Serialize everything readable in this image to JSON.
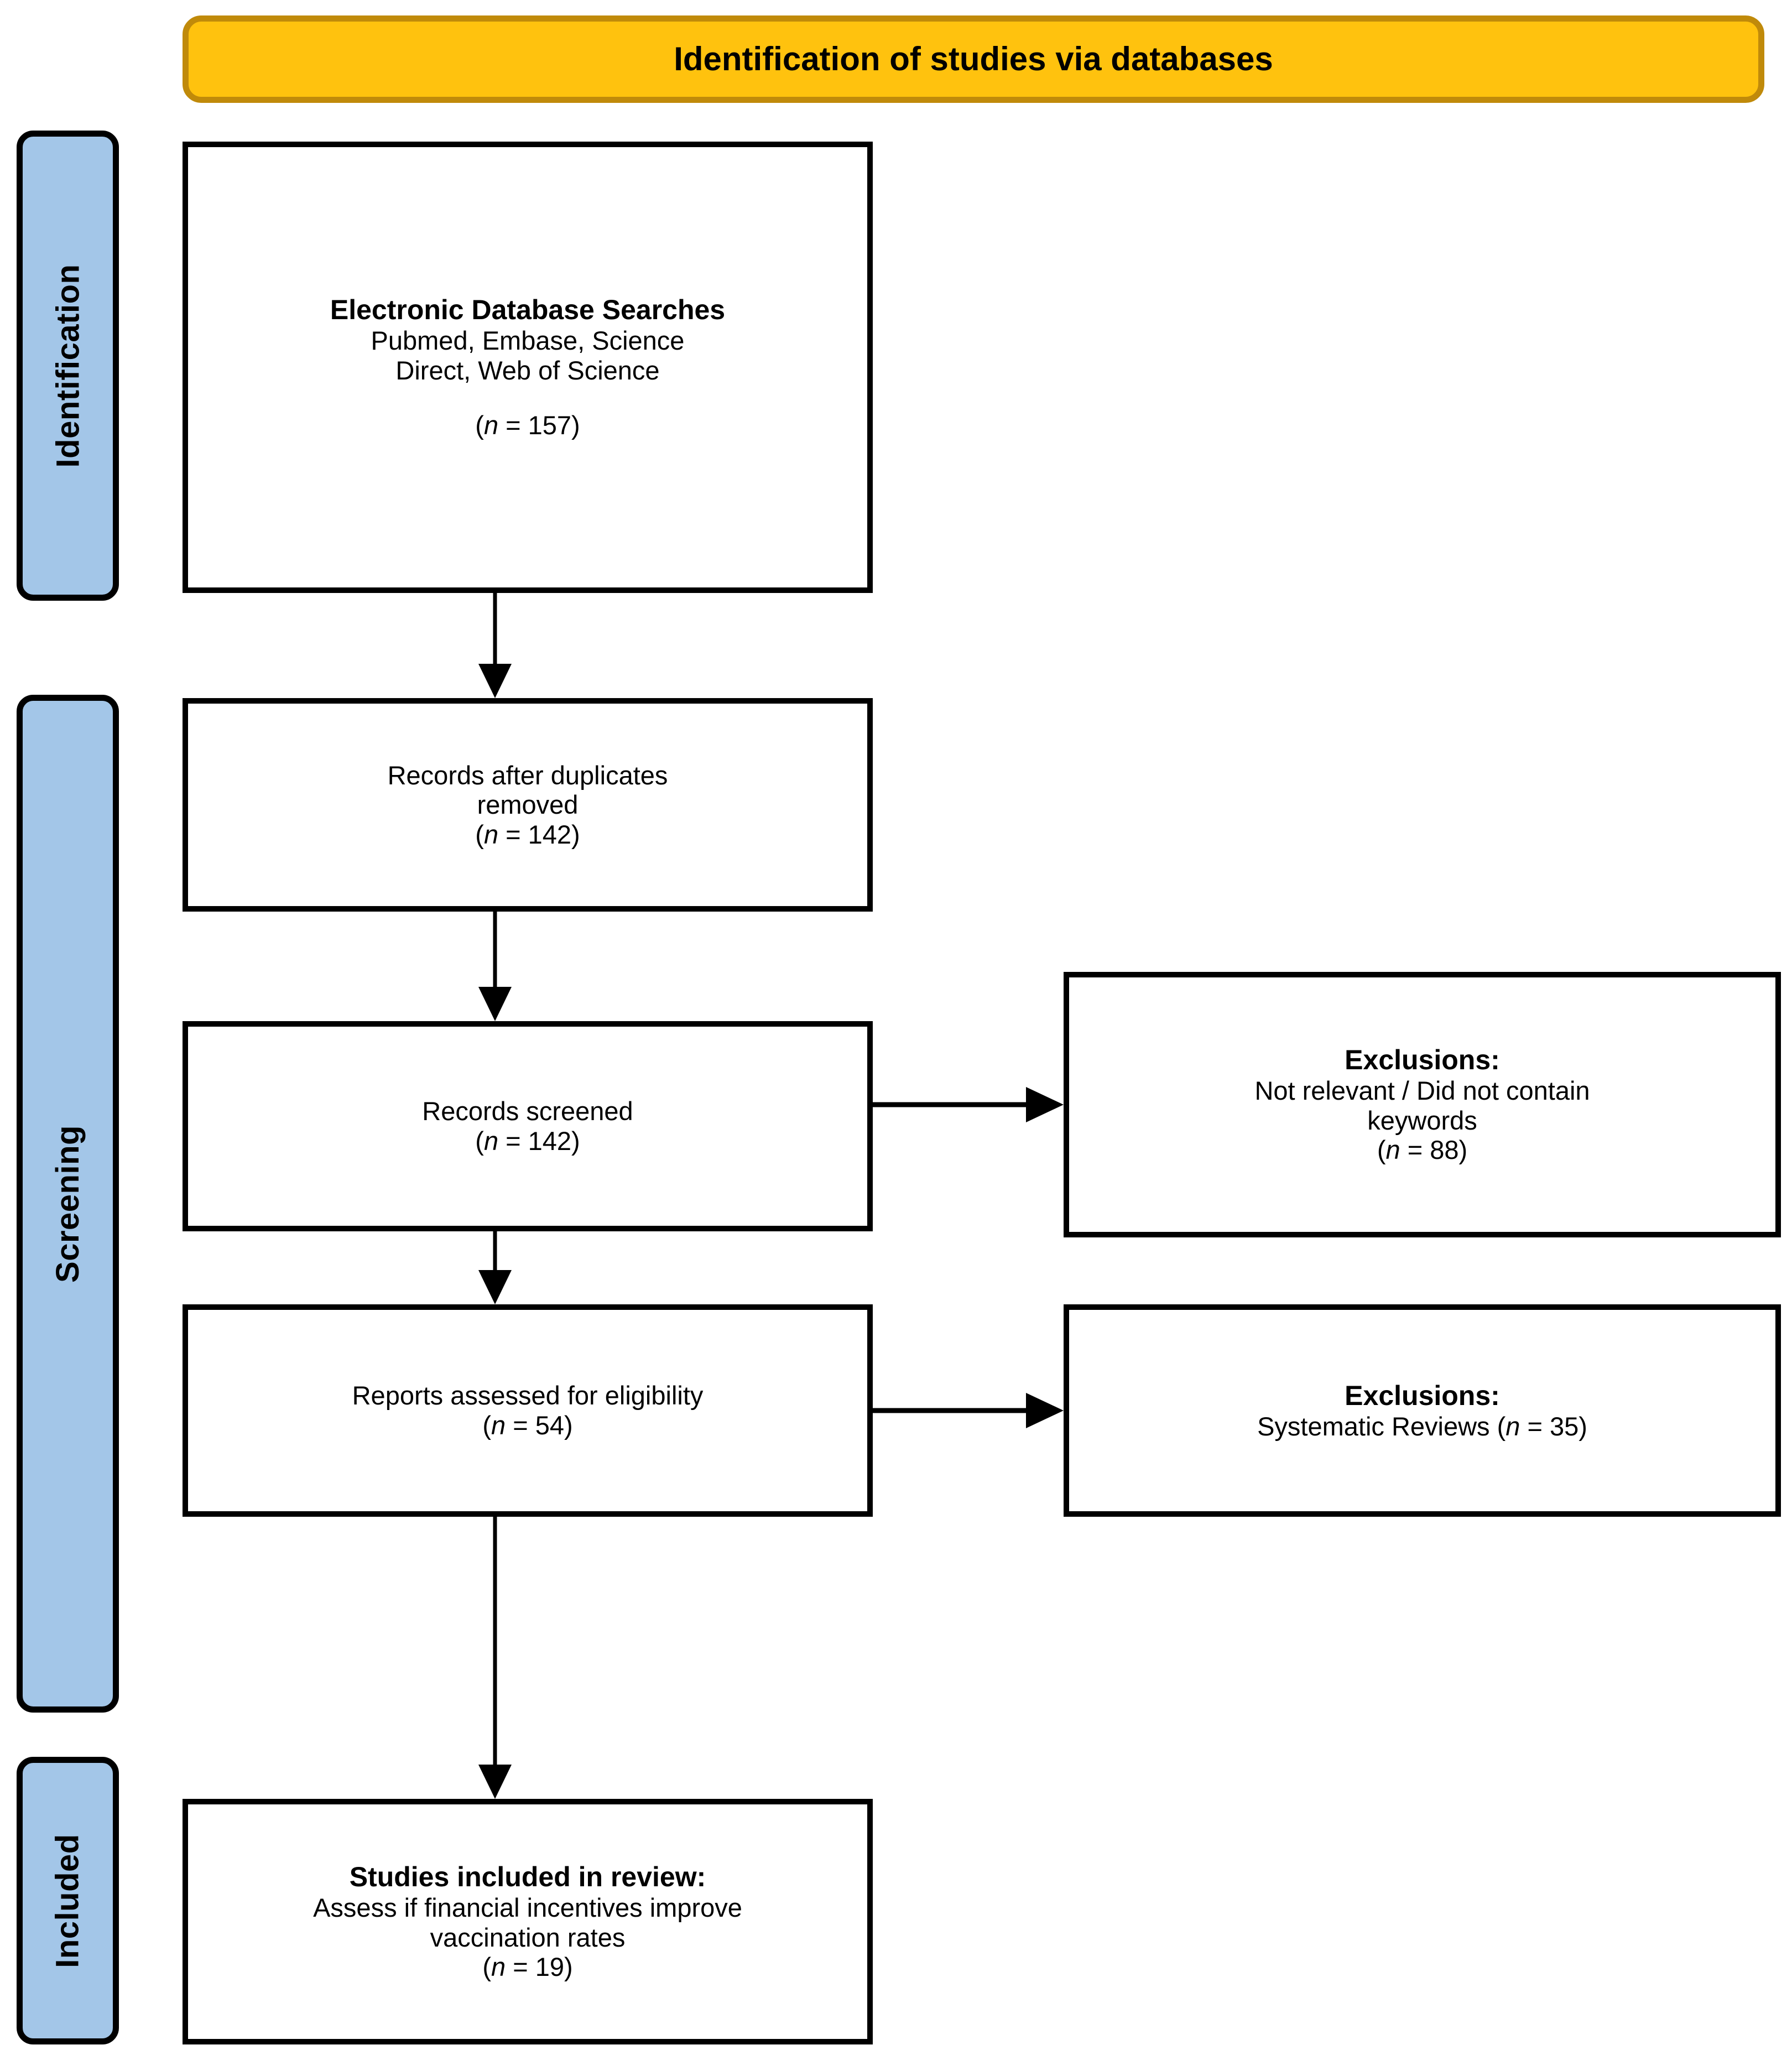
{
  "banner": {
    "title": "Identification of studies via databases"
  },
  "stages": [
    {
      "id": "identification",
      "label": "Identification"
    },
    {
      "id": "screening",
      "label": "Screening"
    },
    {
      "id": "included",
      "label": "Included"
    }
  ],
  "colors": {
    "banner_fill": "#FFC20E",
    "banner_border": "#C08A0A",
    "stage_fill": "#A3C6E8",
    "box_border": "#000000",
    "box_fill": "#FFFFFF",
    "text": "#000000"
  },
  "boxes": {
    "databases": {
      "heading": "Electronic Database Searches",
      "line1": "Pubmed, Embase, Science",
      "line2": "Direct, Web of Science",
      "count_open": "(",
      "count_n": "n",
      "count_eq": " = 157)"
    },
    "duplicates": {
      "line1": "Records after duplicates",
      "line2": "removed",
      "count_open": "(",
      "count_n": "n",
      "count_eq": " = 142)"
    },
    "screened": {
      "line1": "Records screened",
      "count_open": "(",
      "count_n": "n",
      "count_eq": " = 142)"
    },
    "eligible": {
      "line1": "Reports assessed for eligibility",
      "count_open": "(",
      "count_n": "n",
      "count_eq": " = 54)"
    },
    "included": {
      "heading": "Studies included in review:",
      "line1": "Assess if financial incentives improve",
      "line2": "vaccination rates",
      "count_open": "(",
      "count_n": "n",
      "count_eq": " = 19)"
    },
    "excl_screened": {
      "heading": "Exclusions:",
      "line1": "Not relevant / Did not contain",
      "line2": "keywords",
      "count_open": "(",
      "count_n": "n",
      "count_eq": " = 88)"
    },
    "excl_eligible": {
      "heading": "Exclusions:",
      "line1_prefix": "Systematic Reviews (",
      "line1_n": "n",
      "line1_suffix": " = 35)"
    }
  },
  "chart_data": {
    "type": "flowchart",
    "title": "Identification of studies via databases",
    "nodes": [
      {
        "id": "databases",
        "stage": "Identification",
        "label": "Electronic Database Searches — Pubmed, Embase, Science Direct, Web of Science",
        "n": 157
      },
      {
        "id": "duplicates",
        "stage": "Screening",
        "label": "Records after duplicates removed",
        "n": 142
      },
      {
        "id": "screened",
        "stage": "Screening",
        "label": "Records screened",
        "n": 142
      },
      {
        "id": "excl_screened",
        "stage": "Screening",
        "label": "Exclusions: Not relevant / Did not contain keywords",
        "n": 88
      },
      {
        "id": "eligible",
        "stage": "Screening",
        "label": "Reports assessed for eligibility",
        "n": 54
      },
      {
        "id": "excl_eligible",
        "stage": "Screening",
        "label": "Exclusions: Systematic Reviews",
        "n": 35
      },
      {
        "id": "included",
        "stage": "Included",
        "label": "Studies included in review: Assess if financial incentives improve vaccination rates",
        "n": 19
      }
    ],
    "edges": [
      {
        "from": "databases",
        "to": "duplicates",
        "direction": "down"
      },
      {
        "from": "duplicates",
        "to": "screened",
        "direction": "down"
      },
      {
        "from": "screened",
        "to": "excl_screened",
        "direction": "right"
      },
      {
        "from": "screened",
        "to": "eligible",
        "direction": "down"
      },
      {
        "from": "eligible",
        "to": "excl_eligible",
        "direction": "right"
      },
      {
        "from": "eligible",
        "to": "included",
        "direction": "down"
      }
    ]
  }
}
